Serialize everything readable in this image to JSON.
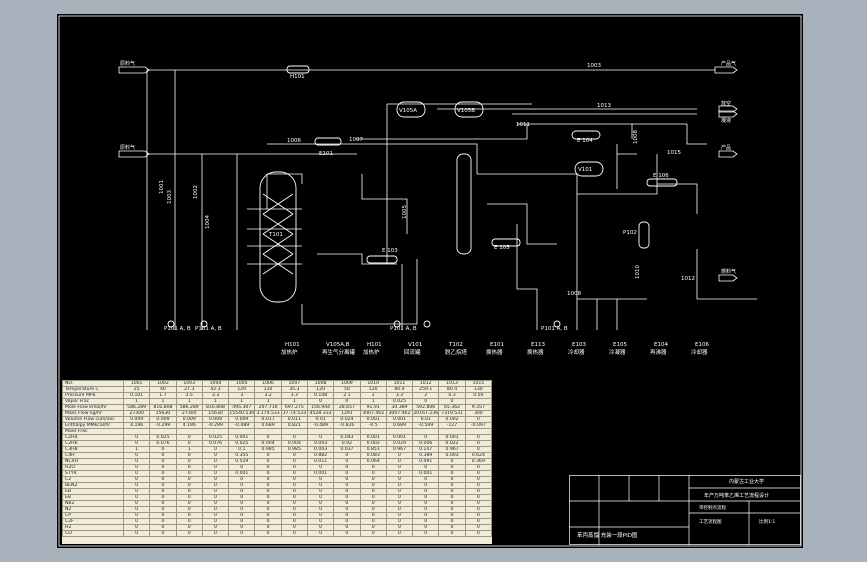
{
  "drawing": {
    "stream_tags": {
      "s1001": "1001",
      "s1002": "1002",
      "s1003": "1003",
      "s1004": "1004",
      "s1005": "1005",
      "s1006": "1006",
      "s1007": "1007",
      "s1008": "1008",
      "s1011": "1011",
      "s1013": "1013",
      "s1015": "1015",
      "s1010": "1010",
      "s1012": "1012"
    },
    "equipment_tags": {
      "h101": "H101",
      "h102": "H101",
      "e101": "E101",
      "v105a": "V105A",
      "v105b": "V105B",
      "e104": "E 104",
      "v101": "V101",
      "e106": "E 106",
      "e103": "E 103",
      "e105": "E 105",
      "p102": "P102",
      "t101": "T101",
      "t102": "T102",
      "p101a": "P101 A, B",
      "p101b": "P101 A, B",
      "p101c": "P101 A, B",
      "p101d": "P101 A, B"
    },
    "inlet_labels": {
      "in1": "原料气",
      "in2": "原料气"
    },
    "outlet_labels": {
      "out1": "产品气",
      "out2": "放空",
      "out3": "凝液",
      "out4": "产品",
      "out5": "燃料气"
    },
    "equipment_list": [
      {
        "tag": "H101",
        "name": "加热炉"
      },
      {
        "tag": "V105A,B",
        "name": "再生气分离罐"
      },
      {
        "tag": "H101",
        "name": "加热炉"
      },
      {
        "tag": "V101",
        "name": "回流罐"
      },
      {
        "tag": "T102",
        "name": "脱乙烷塔"
      },
      {
        "tag": "E101",
        "name": "换热器"
      },
      {
        "tag": "E113",
        "name": "换热器"
      },
      {
        "tag": "E103",
        "name": "冷却器"
      },
      {
        "tag": "E105",
        "name": "冷凝器"
      },
      {
        "tag": "E104",
        "name": "再沸器"
      },
      {
        "tag": "E106",
        "name": "冷却器"
      }
    ]
  },
  "stream_table": {
    "columns": [
      "NO.",
      "1001",
      "1002",
      "1003",
      "1004",
      "1005",
      "1006",
      "1007",
      "1008",
      "1009",
      "1010",
      "1011",
      "1012",
      "1013",
      "1015"
    ],
    "rows": [
      [
        "Temperature C",
        "25",
        "40",
        "27.3",
        "42.3",
        "120",
        "120",
        "35.3",
        "120",
        "50",
        "120",
        "80.4",
        "259.1",
        "80.4",
        "130"
      ],
      [
        "Pressure  MPa",
        "0.101",
        "1.7",
        "3.5",
        "3.3",
        "3",
        "3.2",
        "3.3",
        "0.108",
        "2.1",
        "2",
        "3.3",
        "2",
        "0.3",
        "0.04"
      ],
      [
        "Vapor Frac",
        "1",
        "1",
        "1",
        "1",
        "1",
        "1",
        "1",
        "0",
        "0",
        "1",
        "0.025",
        "0",
        "0",
        ""
      ],
      [
        "Mole Flow  kmol/hr",
        "586.289",
        "816.808",
        "586.289",
        "816.808",
        "495.307",
        "207.716",
        "697.275",
        "156.944",
        "28.657",
        "91.91",
        "30.389",
        "592.806",
        "65.362",
        "9.357"
      ],
      [
        "Mass Flow  kg/hr",
        "27300",
        "15630",
        "27300",
        "15630",
        "15540.530",
        "3.174.533",
        "37.74.533",
        "4528.333",
        "1291",
        "3007.462",
        "3007.462",
        "20167.236",
        "7319.531",
        "300"
      ],
      [
        "Volume Flow cum/sec",
        "0.009",
        "0.009",
        "0.009",
        "0.009",
        "0.009",
        "0.017",
        "0.011",
        "0.01",
        "0.024",
        "0.001",
        "0.001",
        "0.01",
        "0.002",
        "0"
      ],
      [
        "Enthalpy  MMkcal/hr",
        "4.196",
        "-0.299",
        "4.196",
        "-0.299",
        "-0.489",
        "0.689",
        "0.821",
        "-0.489",
        "-0.826",
        "-0.5",
        "0.689",
        "-0.599",
        "-127",
        "-0.097"
      ],
      [
        "Mass Frac",
        "",
        "",
        "",
        "",
        "",
        "",
        "",
        "",
        "",
        "",
        "",
        "",
        "",
        ""
      ],
      [
        "C2H4",
        "0",
        "0.025",
        "0",
        "0.025",
        "0.001",
        "0",
        "0",
        "0",
        "0.043",
        "0.001",
        "0.001",
        "0",
        "0.001",
        "0"
      ],
      [
        "C2H6",
        "0",
        "0.076",
        "0",
        "0.076",
        "0.025",
        "0.004",
        "0.004",
        "0.003",
        "0.92",
        "0.002",
        "0.029",
        "0.006",
        "0.022",
        "0"
      ],
      [
        "C3H8",
        "1",
        "0",
        "1",
        "0",
        "0.1",
        "0.985",
        "0.985",
        "0.003",
        "0.037",
        "0.851",
        "0.967",
        "0.147",
        "0.967",
        "0"
      ],
      [
        "C4H",
        "0",
        "0",
        "0",
        "0",
        "0.355",
        "0",
        "0",
        "0.882",
        "0",
        "0.083",
        "0",
        "0.389",
        "0.003",
        "0.624"
      ],
      [
        "NC4H",
        "0",
        "0",
        "0",
        "0",
        "0.519",
        "0",
        "0",
        "0.011",
        "0",
        "0.064",
        "0",
        "0.491",
        "0",
        "0.369"
      ],
      [
        "H2O",
        "0",
        "0",
        "0",
        "0",
        "0",
        "0",
        "0",
        "0",
        "0",
        "0",
        "0",
        "0",
        "0",
        "0"
      ],
      [
        "STYR",
        "0",
        "0",
        "0",
        "0",
        "0.001",
        "0",
        "0",
        "0.001",
        "0",
        "0",
        "0",
        "0.001",
        "0",
        "0"
      ],
      [
        "C2",
        "0",
        "0",
        "0",
        "0",
        "0",
        "0",
        "0",
        "0",
        "0",
        "0",
        "0",
        "0",
        "0",
        "0"
      ],
      [
        "BENZ",
        "0",
        "0",
        "0",
        "0",
        "0",
        "0",
        "0",
        "0",
        "0",
        "0",
        "0",
        "0",
        "0",
        "0"
      ],
      [
        "EB",
        "0",
        "0",
        "0",
        "0",
        "0",
        "0",
        "0",
        "0",
        "0",
        "0",
        "0",
        "0",
        "0",
        "0"
      ],
      [
        "EB",
        "0",
        "0",
        "0",
        "0",
        "0",
        "0",
        "0",
        "0",
        "0",
        "0",
        "0",
        "0",
        "0",
        "0"
      ],
      [
        "NB2",
        "0",
        "0",
        "0",
        "0",
        "0",
        "0",
        "0",
        "0",
        "0",
        "0",
        "0",
        "0",
        "0",
        "0"
      ],
      [
        "N2",
        "0",
        "0",
        "0",
        "0",
        "0",
        "0",
        "0",
        "0",
        "0",
        "0",
        "0",
        "0",
        "0",
        "0"
      ],
      [
        "CP",
        "0",
        "0",
        "0",
        "0",
        "0",
        "0",
        "0",
        "0",
        "0",
        "0",
        "0",
        "0",
        "0",
        "0"
      ],
      [
        "C2F",
        "0",
        "0",
        "0",
        "0",
        "0",
        "0",
        "0",
        "0",
        "0",
        "0",
        "0",
        "0",
        "0",
        "0"
      ],
      [
        "H2",
        "0",
        "0",
        "0",
        "0",
        "0",
        "0",
        "0",
        "0",
        "0",
        "0",
        "0",
        "0",
        "0",
        "0"
      ],
      [
        "CO",
        "0",
        "0",
        "0",
        "0",
        "0",
        "0",
        "0",
        "0",
        "0",
        "0",
        "0",
        "0",
        "0",
        "0"
      ]
    ]
  },
  "title_block": {
    "line1": "内蒙古工业大学",
    "line2": "年产万吨苯乙烯工艺流程设计",
    "line3": "带控制点流程",
    "line4": "工艺流程图",
    "scale": "比例1:1",
    "bottom": "苯丙蒸馏 充装一段PID图"
  }
}
